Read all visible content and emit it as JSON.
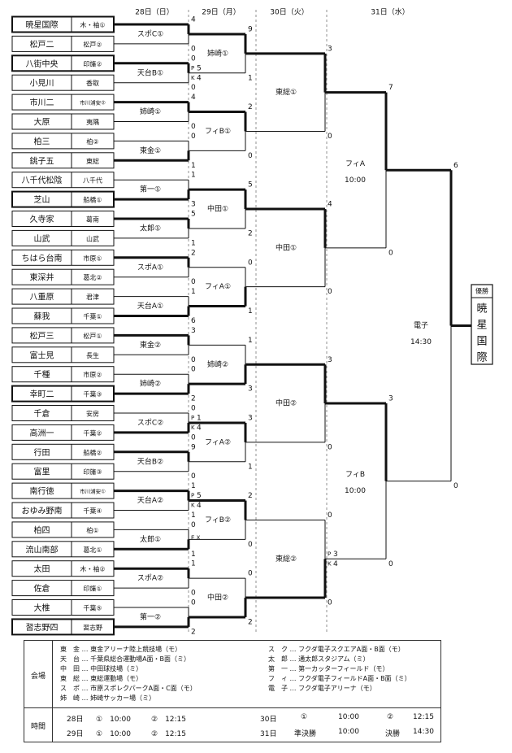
{
  "days": [
    "28日（日）",
    "29日（月）",
    "30日（火）",
    "31日（水）"
  ],
  "teams": [
    {
      "name": "暁星国際",
      "region": "木・袖①",
      "highlight": true
    },
    {
      "name": "松戸二",
      "region": "松戸②",
      "highlight": false
    },
    {
      "name": "八街中央",
      "region": "印旛②",
      "highlight": true
    },
    {
      "name": "小見川",
      "region": "香取",
      "highlight": false
    },
    {
      "name": "市川二",
      "region": "市川浦安②",
      "highlight": false
    },
    {
      "name": "大原",
      "region": "夷隅",
      "highlight": false
    },
    {
      "name": "柏三",
      "region": "柏②",
      "highlight": false
    },
    {
      "name": "銚子五",
      "region": "東総",
      "highlight": false
    },
    {
      "name": "八千代松陰",
      "region": "八千代",
      "highlight": false
    },
    {
      "name": "芝山",
      "region": "船橋①",
      "highlight": true
    },
    {
      "name": "久寺家",
      "region": "葛南",
      "highlight": false
    },
    {
      "name": "山武",
      "region": "山武",
      "highlight": false
    },
    {
      "name": "ちはら台南",
      "region": "市原①",
      "highlight": false
    },
    {
      "name": "東深井",
      "region": "葛北②",
      "highlight": false
    },
    {
      "name": "八重原",
      "region": "君津",
      "highlight": false
    },
    {
      "name": "蘇我",
      "region": "千葉①",
      "highlight": false
    },
    {
      "name": "松戸三",
      "region": "松戸①",
      "highlight": false
    },
    {
      "name": "富士見",
      "region": "長生",
      "highlight": false
    },
    {
      "name": "千種",
      "region": "市原②",
      "highlight": false
    },
    {
      "name": "幸町二",
      "region": "千葉③",
      "highlight": true
    },
    {
      "name": "千倉",
      "region": "安房",
      "highlight": false
    },
    {
      "name": "高洲一",
      "region": "千葉②",
      "highlight": false
    },
    {
      "name": "行田",
      "region": "船橋②",
      "highlight": false
    },
    {
      "name": "富里",
      "region": "印旛③",
      "highlight": false
    },
    {
      "name": "南行徳",
      "region": "市川浦安①",
      "highlight": false
    },
    {
      "name": "おゆみ野南",
      "region": "千葉④",
      "highlight": false
    },
    {
      "name": "柏四",
      "region": "柏①",
      "highlight": false
    },
    {
      "name": "流山南部",
      "region": "葛北①",
      "highlight": false
    },
    {
      "name": "太田",
      "region": "木・袖②",
      "highlight": false
    },
    {
      "name": "佐倉",
      "region": "印旛①",
      "highlight": false
    },
    {
      "name": "大椎",
      "region": "千葉⑤",
      "highlight": false
    },
    {
      "name": "習志野四",
      "region": "習志野",
      "highlight": true
    }
  ],
  "round1": [
    {
      "venue": "スポC①",
      "scores": [
        "4",
        "0"
      ],
      "winner": 0
    },
    {
      "venue": "天台B①",
      "scores": [
        "0",
        "0"
      ],
      "winner": 0,
      "pk": [
        "5",
        "4"
      ]
    },
    {
      "venue": "姉崎①",
      "scores": [
        "4",
        "0"
      ],
      "winner": 0
    },
    {
      "venue": "東金①",
      "scores": [
        "0",
        "1"
      ],
      "winner": 1
    },
    {
      "venue": "第一①",
      "scores": [
        "1",
        "3"
      ],
      "winner": 1
    },
    {
      "venue": "太郎①",
      "scores": [
        "5",
        "1"
      ],
      "winner": 0
    },
    {
      "venue": "スポA①",
      "scores": [
        "2",
        "0"
      ],
      "winner": 0
    },
    {
      "venue": "天台A①",
      "scores": [
        "1",
        "6"
      ],
      "winner": 1
    },
    {
      "venue": "東金②",
      "scores": [
        "3",
        "0"
      ],
      "winner": 0
    },
    {
      "venue": "姉崎②",
      "scores": [
        "0",
        "2"
      ],
      "winner": 1
    },
    {
      "venue": "スポC②",
      "scores": [
        "0",
        "0"
      ],
      "winner": 1,
      "pk": [
        "1",
        "4"
      ]
    },
    {
      "venue": "天台B②",
      "scores": [
        "9",
        "0"
      ],
      "winner": 0
    },
    {
      "venue": "天台A②",
      "scores": [
        "1",
        "1"
      ],
      "winner": 0,
      "pk": [
        "5",
        "4"
      ]
    },
    {
      "venue": "太郎①",
      "scores": [
        "0",
        "1"
      ],
      "winner": 1,
      "ex": "E X"
    },
    {
      "venue": "スポA②",
      "scores": [
        "1",
        "0"
      ],
      "winner": 0
    },
    {
      "venue": "第一②",
      "scores": [
        "0",
        "2"
      ],
      "winner": 1
    }
  ],
  "round2": [
    {
      "venue": "姉崎①",
      "scores": [
        "9",
        "1"
      ],
      "winner": 0
    },
    {
      "venue": "フィB①",
      "scores": [
        "2",
        "0"
      ],
      "winner": 0
    },
    {
      "venue": "中田①",
      "scores": [
        "5",
        "2"
      ],
      "winner": 0
    },
    {
      "venue": "フィA①",
      "scores": [
        "0",
        "1"
      ],
      "winner": 1
    },
    {
      "venue": "姉崎②",
      "scores": [
        "1",
        "3"
      ],
      "winner": 1
    },
    {
      "venue": "フィA②",
      "scores": [
        "3",
        "1"
      ],
      "winner": 0
    },
    {
      "venue": "フィB②",
      "scores": [
        "2",
        "0"
      ],
      "winner": 0
    },
    {
      "venue": "中田②",
      "scores": [
        "0",
        "2"
      ],
      "winner": 1
    }
  ],
  "round3": [
    {
      "venue": "東総①",
      "scores": [
        "3",
        "0"
      ],
      "winner": 0
    },
    {
      "venue": "中田①",
      "scores": [
        "4",
        "0"
      ],
      "winner": 0
    },
    {
      "venue": "中田②",
      "scores": [
        "3",
        "0"
      ],
      "winner": 0
    },
    {
      "venue": "東総②",
      "scores": [
        "0",
        "0"
      ],
      "winner": 1,
      "pk": [
        "3",
        "4"
      ]
    }
  ],
  "semis": [
    {
      "venue": "フィA",
      "time": "10:00",
      "scores": [
        "7",
        "0"
      ],
      "winner": 0
    },
    {
      "venue": "フィB",
      "time": "10:00",
      "scores": [
        "3",
        "0"
      ],
      "winner": 0
    }
  ],
  "final": {
    "venue": "電子",
    "time": "14:30",
    "scores": [
      "6",
      "0"
    ],
    "winner": 0
  },
  "champion": {
    "label": "優勝",
    "name": "暁星国際"
  },
  "legend": {
    "venue_label": "会場",
    "time_label": "時間",
    "venues_left": [
      "東　金 … 東金アリーナ陸上競技場（モ）",
      "天　台 … 千葉県総合運動場A面・B面（ミ）",
      "中　田 … 中田球技場（ミ）",
      "東　総 … 東総運動場（モ）",
      "ス　ポ … 市原スポレクパークA面・C面（モ）",
      "姉　崎 … 姉崎サッカー場（ミ）"
    ],
    "venues_right": [
      "ス　ク … フクダ電子スクエアA面・B面（モ）",
      "太　郎 … 通太郎スタジアム（ミ）",
      "第　一 … 第一カッターフィールド（モ）",
      "フ　ィ … フクダ電子フィールドA面・B面（ミ）",
      "電　子 … フクダ電子アリーナ（モ）"
    ],
    "times": [
      [
        "28日",
        "①　10:00",
        "②　12:15",
        "30日",
        "①",
        "10:00",
        "②",
        "12:15"
      ],
      [
        "29日",
        "①　10:00",
        "②　12:15",
        "31日",
        "準決勝",
        "10:00",
        "決勝",
        "14:30"
      ]
    ]
  }
}
